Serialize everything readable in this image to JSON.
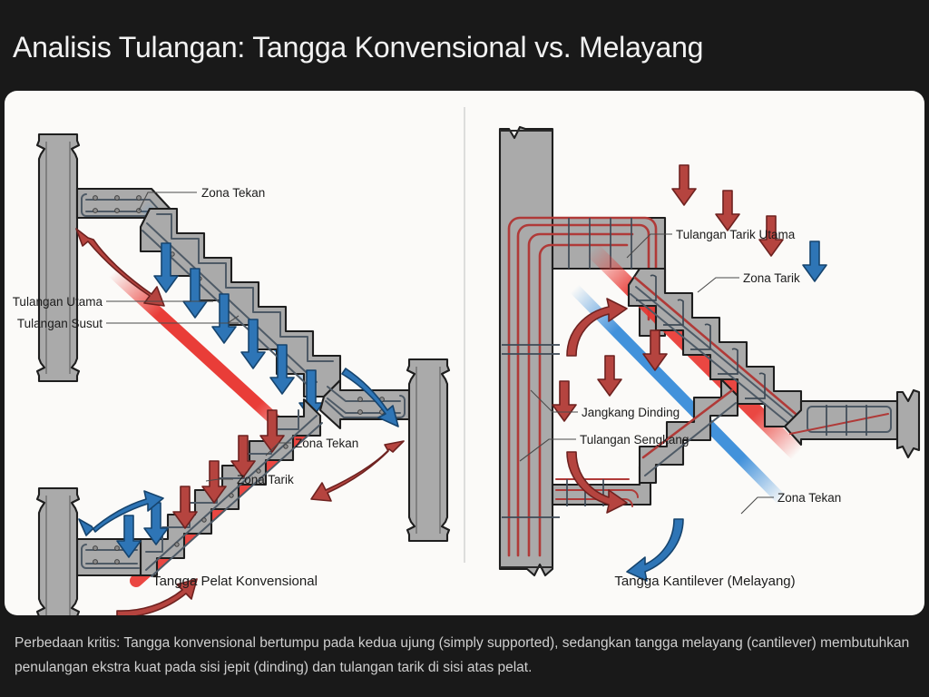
{
  "title": "Analisis Tulangan: Tangga Konvensional vs. Melayang",
  "caption": "Perbedaan kritis: Tangga konvensional bertumpu pada kedua ujung (simply supported), sedangkan tangga melayang (cantilever) membutuhkan penulangan ekstra kuat pada sisi jepit (dinding) dan tulangan tarik di sisi atas pelat.",
  "colors": {
    "background": "#191919",
    "card": "#fbfaf8",
    "title_text": "#f2f2f2",
    "caption_text": "#cfcfcf",
    "concrete_fill": "#aaaaaa",
    "concrete_outline": "#1e1e1e",
    "rebar_gray": "#4e5a66",
    "rebar_red": "#b03a38",
    "arrow_blue": "#2e75b6",
    "arrow_red": "#b5443f",
    "zone_compression_blue": "#2e86d8",
    "zone_tension_red": "#e8332e",
    "divider": "#d6d6d6"
  },
  "panels": [
    {
      "id": "conventional",
      "caption": "Tangga Pelat Konvensional",
      "labels": [
        {
          "id": "zona-tekan-upper",
          "text": "Zona Tekan"
        },
        {
          "id": "tulangan-utama",
          "text": "Tulangan Utama"
        },
        {
          "id": "tulangan-susut",
          "text": "Tulangan Susut"
        },
        {
          "id": "zona-tekan-lower",
          "text": "Zona Tekan"
        },
        {
          "id": "zona-tarik-lower",
          "text": "Zona Tarik"
        }
      ]
    },
    {
      "id": "cantilever",
      "caption": "Tangga Kantilever (Melayang)",
      "labels": [
        {
          "id": "tulangan-tarik-utama",
          "text": "Tulangan Tarik Utama"
        },
        {
          "id": "zona-tarik",
          "text": "Zona Tarik"
        },
        {
          "id": "jangkang-dinding",
          "text": "Jangkang Dinding"
        },
        {
          "id": "tulangan-sengkang",
          "text": "Tulangan Sengkang"
        },
        {
          "id": "zona-tekan",
          "text": "Zona Tekan"
        }
      ]
    }
  ]
}
